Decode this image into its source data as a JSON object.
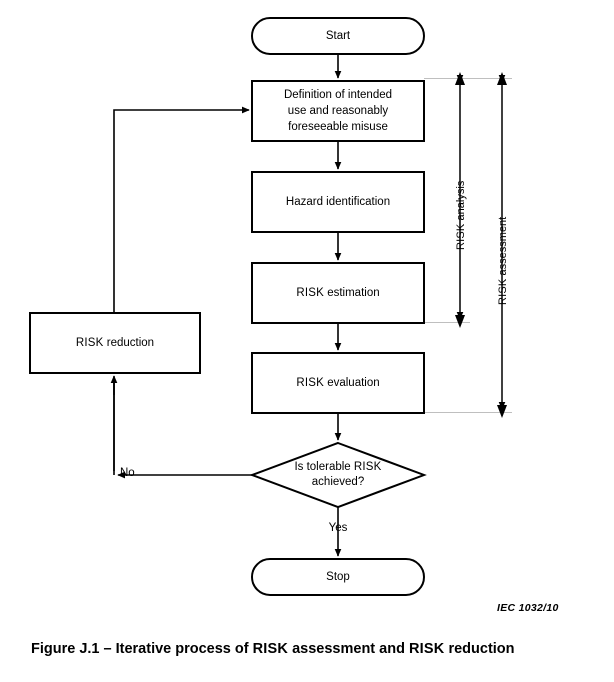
{
  "figure": {
    "caption_prefix": "Figure J.1 – Iterative process of ",
    "caption_risk1": "RISK",
    "caption_mid": " assessment and ",
    "caption_risk2": "RISK",
    "caption_suffix": " reduction",
    "caption_full": "Figure J.1 – Iterative process of RISK assessment and RISK reduction",
    "reference": "IEC   1032/10"
  },
  "flowchart": {
    "type": "process-flow",
    "nodes": [
      {
        "id": "start",
        "shape": "terminator",
        "label": "Start"
      },
      {
        "id": "definition",
        "shape": "process",
        "label_line1": "Definition of intended",
        "label_line2": "use and reasonably",
        "label_line3": "foreseeable misuse"
      },
      {
        "id": "hazard",
        "shape": "process",
        "label": "Hazard identification"
      },
      {
        "id": "estimation",
        "shape": "process",
        "label_small_caps": "RISK",
        "label_rest": " estimation"
      },
      {
        "id": "evaluation",
        "shape": "process",
        "label_small_caps": "RISK",
        "label_rest": " evaluation"
      },
      {
        "id": "decision",
        "shape": "decision",
        "label_line1_a": "Is tolerable ",
        "label_line1_b": "RISK",
        "label_line2": "achieved?"
      },
      {
        "id": "reduction",
        "shape": "process",
        "label_small_caps": "RISK",
        "label_rest": " reduction"
      },
      {
        "id": "stop",
        "shape": "terminator",
        "label": "Stop"
      }
    ],
    "edge_labels": {
      "no": "No",
      "yes": "Yes"
    },
    "ranges": [
      {
        "id": "risk-analysis",
        "small_caps": "RISK",
        "rest": " analysis"
      },
      {
        "id": "risk-assessment",
        "small_caps": "RISK",
        "rest": " assessment"
      }
    ]
  },
  "colors": {
    "stroke": "#000000",
    "guide": "#bfbfbf",
    "background": "#ffffff",
    "text": "#000000"
  }
}
